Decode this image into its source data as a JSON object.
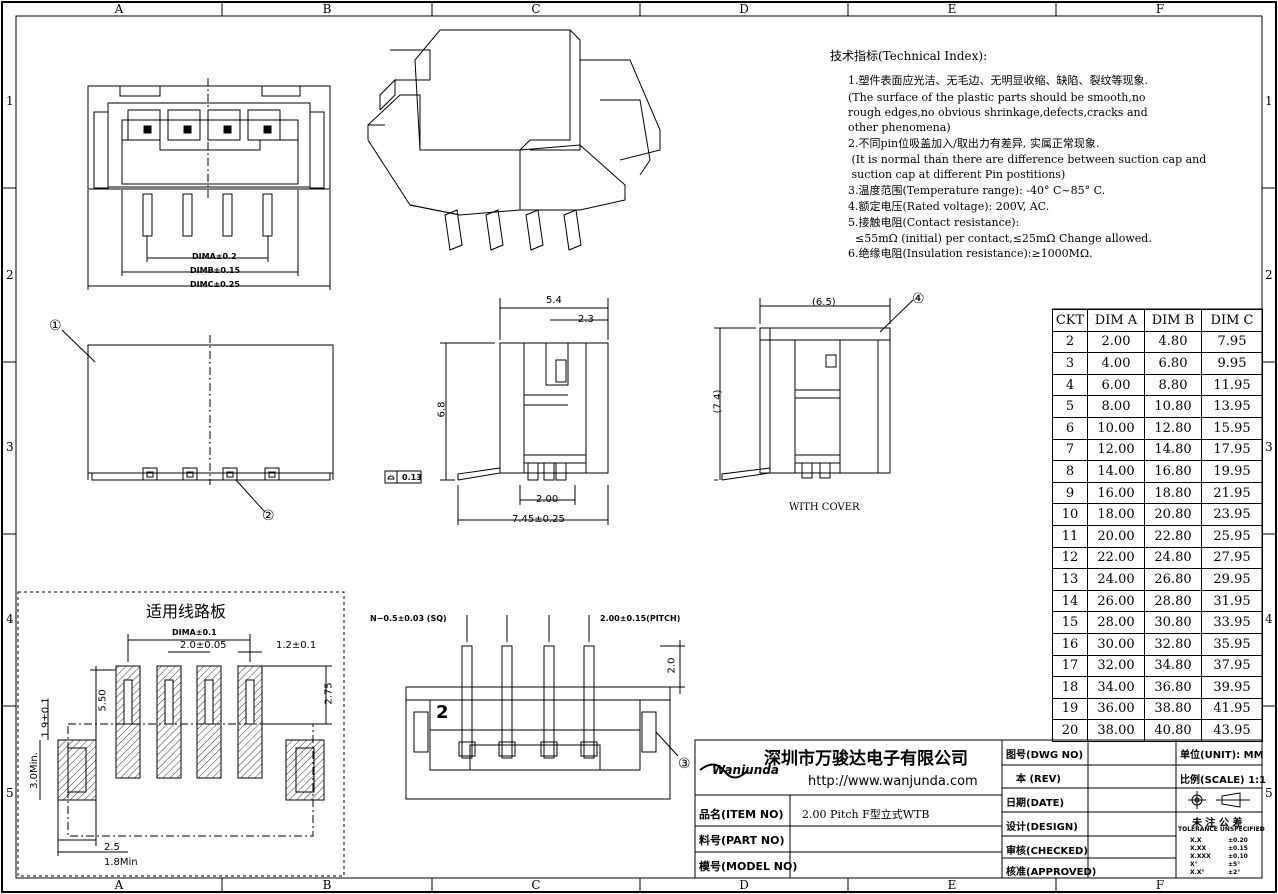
{
  "zones_top": [
    "A",
    "B",
    "C",
    "D",
    "E",
    "F"
  ],
  "zones_side": [
    "1",
    "2",
    "3",
    "4",
    "5"
  ],
  "tech": {
    "title": "技术指标(Technical Index):",
    "lines": [
      "1.塑件表面应光洁、无毛边、无明显收缩、缺陷、裂纹等现象.",
      "(The surface of the plastic parts should be smooth,no",
      "rough edges,no obvious shrinkage,defects,cracks and",
      "other phenomena)",
      "2.不同pin位吸盖加入/取出力有差异, 实属正常现象.",
      " (It is normal than there are difference between suction cap and",
      " suction cap at different Pin postitions)",
      "3.温度范围(Temperature range): -40° C~85° C.",
      "4.额定电压(Rated voltage): 200V, AC.",
      "5.接触电阻(Contact resistance):",
      "  ≤55mΩ (initial) per contact,≤25mΩ Change allowed.",
      "6.绝缘电阻(Insulation resistance):≥1000MΩ."
    ]
  },
  "dims": {
    "dima": "DIMA±0.2",
    "dimb": "DIMB±0.15",
    "dimc": "DIMC±0.25",
    "w54": "5.4",
    "w23": "2.3",
    "h68": "6.8",
    "p200": "2.00",
    "w745": "7.45±0.25",
    "flat": "0.13",
    "w65": "(6.5)",
    "h74": "(7.4)",
    "with_cover": "WITH COVER",
    "pin_sq": "N−0.5±0.03 (SQ)",
    "pitch": "2.00±0.15(PITCH)",
    "h20": "2.0",
    "pcb_title": "适用线路板",
    "pcb_dima": "DIMA±0.1",
    "pcb_pitch": "2.0±0.05",
    "pcb_w12": "1.2±0.1",
    "pcb_550": "5.50",
    "pcb_275": "2.75",
    "pcb_19": "1.9±0.1",
    "pcb_30": "3.0Min.",
    "pcb_25": "2.5",
    "pcb_18": "1.8Min",
    "balloon_2": "2"
  },
  "balloons": [
    "①",
    "②",
    "③",
    "④"
  ],
  "table": {
    "headers": [
      "CKT",
      "DIM A",
      "DIM B",
      "DIM C"
    ],
    "rows": [
      [
        "2",
        "2.00",
        "4.80",
        "7.95"
      ],
      [
        "3",
        "4.00",
        "6.80",
        "9.95"
      ],
      [
        "4",
        "6.00",
        "8.80",
        "11.95"
      ],
      [
        "5",
        "8.00",
        "10.80",
        "13.95"
      ],
      [
        "6",
        "10.00",
        "12.80",
        "15.95"
      ],
      [
        "7",
        "12.00",
        "14.80",
        "17.95"
      ],
      [
        "8",
        "14.00",
        "16.80",
        "19.95"
      ],
      [
        "9",
        "16.00",
        "18.80",
        "21.95"
      ],
      [
        "10",
        "18.00",
        "20.80",
        "23.95"
      ],
      [
        "11",
        "20.00",
        "22.80",
        "25.95"
      ],
      [
        "12",
        "22.00",
        "24.80",
        "27.95"
      ],
      [
        "13",
        "24.00",
        "26.80",
        "29.95"
      ],
      [
        "14",
        "26.00",
        "28.80",
        "31.95"
      ],
      [
        "15",
        "28.00",
        "30.80",
        "33.95"
      ],
      [
        "16",
        "30.00",
        "32.80",
        "35.95"
      ],
      [
        "17",
        "32.00",
        "34.80",
        "37.95"
      ],
      [
        "18",
        "34.00",
        "36.80",
        "39.95"
      ],
      [
        "19",
        "36.00",
        "38.80",
        "41.95"
      ],
      [
        "20",
        "38.00",
        "40.80",
        "43.95"
      ]
    ]
  },
  "title_block": {
    "logo": "Wanjunda",
    "company": "深圳市万骏达电子有限公司",
    "url": "http://www.wanjunda.com",
    "item_label": "品名(ITEM NO)",
    "item_value": "2.00 Pitch F型立式WTB",
    "part_label": "料号(PART NO)",
    "model_label": "模号(MODEL NO)",
    "dwg_label": "图号(DWG NO)",
    "rev_label": "本 (REV)",
    "date_label": "日期(DATE)",
    "design_label": "设计(DESIGN)",
    "checked_label": "审核(CHECKED)",
    "approved_label": "核准(APPROVED)",
    "unit_label": "单位(UNIT): MM",
    "scale_label": "比例(SCALE) 1:1",
    "tol_title": "未 注 公 差",
    "tol_sub": "TOLERANCE UNSPECIFIED",
    "tol_rows": [
      [
        "X.X",
        "±0.20"
      ],
      [
        "X.XX",
        "±0.15"
      ],
      [
        "X.XXX",
        "±0.10"
      ],
      [
        "X°",
        "±5°"
      ],
      [
        "X.X°",
        "±2°"
      ]
    ]
  }
}
